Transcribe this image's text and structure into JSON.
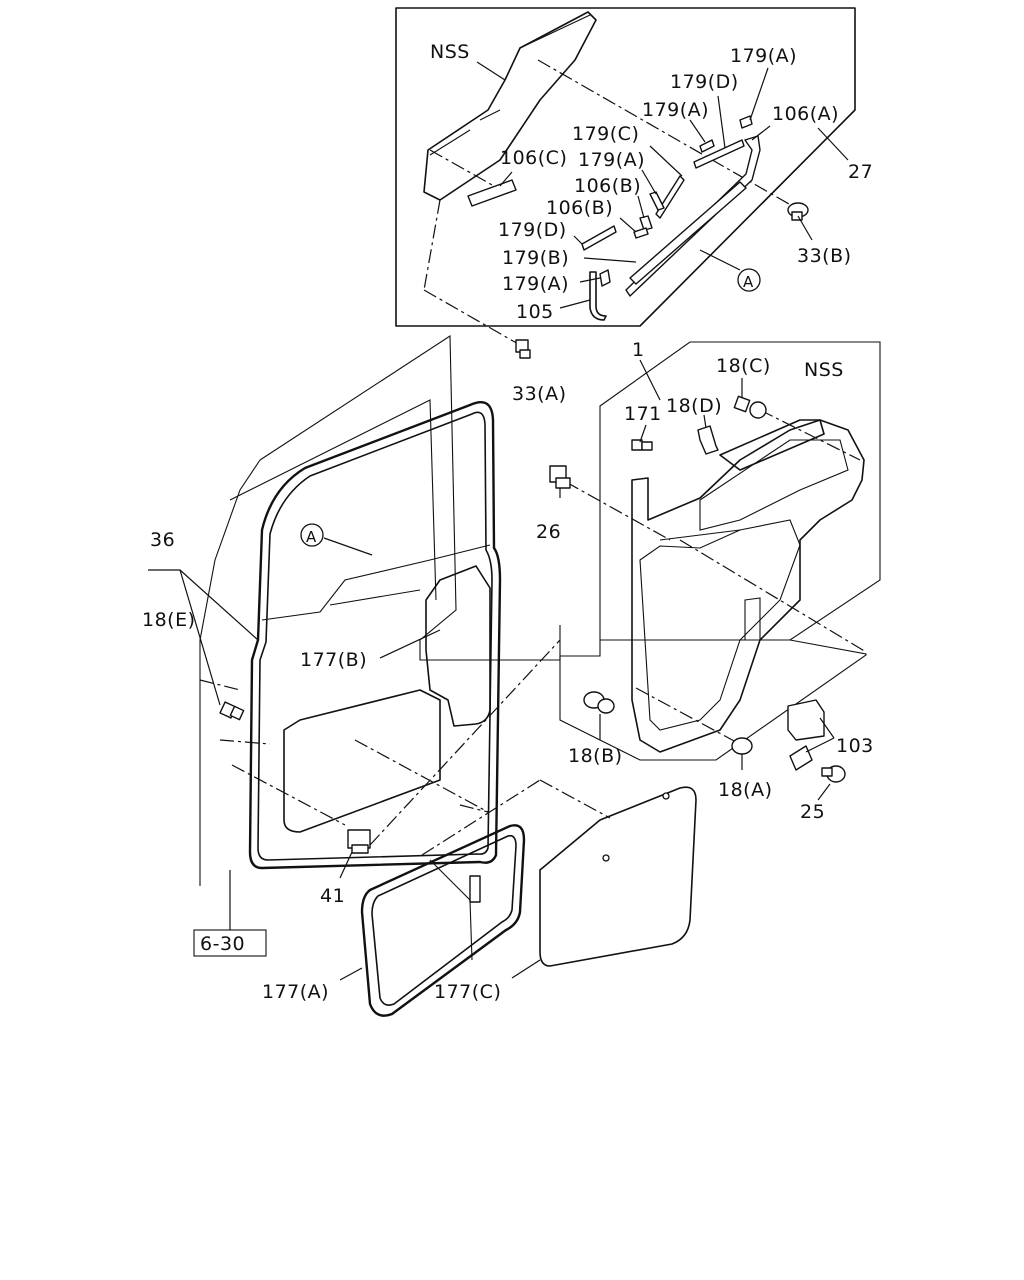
{
  "labels": {
    "nss_top": "NSS",
    "l179a_1": "179(A)",
    "l179d_1": "179(D)",
    "l179a_2": "179(A)",
    "l106a": "106(A)",
    "l179c": "179(C)",
    "l27": "27",
    "l106c": "106(C)",
    "l179a_3": "179(A)",
    "l106b_1": "106(B)",
    "l106b_2": "106(B)",
    "l33b": "33(B)",
    "l179d_2": "179(D)",
    "l179b": "179(B)",
    "l179a_4": "179(A)",
    "l105": "105",
    "ref_a_top": "A",
    "l33a": "33(A)",
    "l1": "1",
    "l18c": "18(C)",
    "nss_right": "NSS",
    "l171": "171",
    "l18d": "18(D)",
    "l26": "26",
    "l36": "36",
    "ref_a_left": "A",
    "l18e": "18(E)",
    "l177b": "177(B)",
    "l103": "103",
    "l18b": "18(B)",
    "l18a": "18(A)",
    "l25": "25",
    "l41": "41",
    "l630": "6-30",
    "l177a": "177(A)",
    "l177c": "177(C)"
  }
}
